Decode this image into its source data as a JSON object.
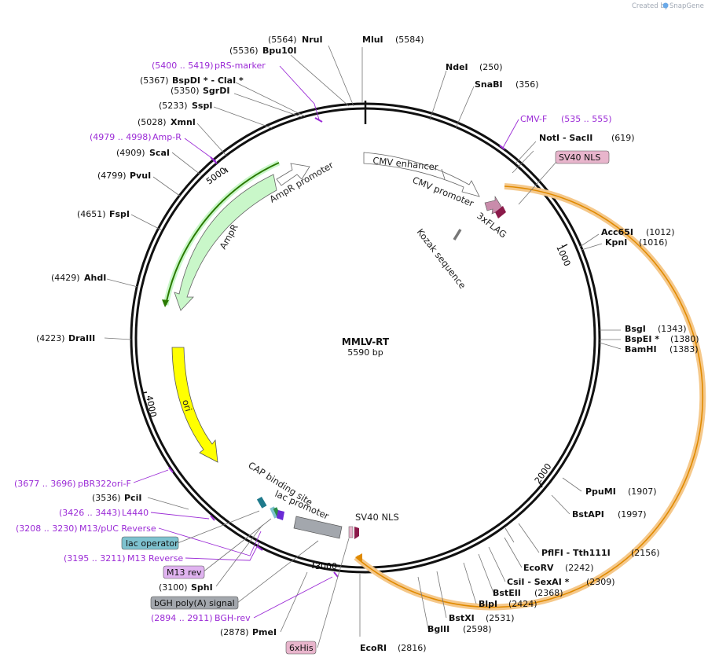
{
  "credit": {
    "prefix": "Created by",
    "brand": "SnapGene"
  },
  "plasmid": {
    "name": "MMLV-RT",
    "length_label": "5590 bp",
    "length": 5590
  },
  "ticks": [
    "1000",
    "2000",
    "3000",
    "4000",
    "5000"
  ],
  "enzymes": [
    {
      "name": "MluI",
      "pos": "(5584)"
    },
    {
      "name": "NruI",
      "pos": "(5564)"
    },
    {
      "name": "Bpu10I",
      "pos": "(5536)"
    },
    {
      "name": "BspDI * - ClaI *",
      "pos": "(5367)"
    },
    {
      "name": "SgrDI",
      "pos": "(5350)"
    },
    {
      "name": "SspI",
      "pos": "(5233)"
    },
    {
      "name": "XmnI",
      "pos": "(5028)"
    },
    {
      "name": "ScaI",
      "pos": "(4909)"
    },
    {
      "name": "PvuI",
      "pos": "(4799)"
    },
    {
      "name": "FspI",
      "pos": "(4651)"
    },
    {
      "name": "AhdI",
      "pos": "(4429)"
    },
    {
      "name": "DraIII",
      "pos": "(4223)"
    },
    {
      "name": "PciI",
      "pos": "(3536)"
    },
    {
      "name": "SphI",
      "pos": "(3100)"
    },
    {
      "name": "PmeI",
      "pos": "(2878)"
    },
    {
      "name": "EcoRI",
      "pos": "(2816)"
    },
    {
      "name": "NdeI",
      "pos": "(250)"
    },
    {
      "name": "SnaBI",
      "pos": "(356)"
    },
    {
      "name": "NotI - SacII",
      "pos": "(619)"
    },
    {
      "name": "Acc65I",
      "pos": "(1012)"
    },
    {
      "name": "KpnI",
      "pos": "(1016)"
    },
    {
      "name": "BsgI",
      "pos": "(1343)"
    },
    {
      "name": "BspEI *",
      "pos": "(1380)"
    },
    {
      "name": "BamHI",
      "pos": "(1383)"
    },
    {
      "name": "PpuMI",
      "pos": "(1907)"
    },
    {
      "name": "BstAPI",
      "pos": "(1997)"
    },
    {
      "name": "PflFI - Tth111I",
      "pos": "(2156)"
    },
    {
      "name": "EcoRV",
      "pos": "(2242)"
    },
    {
      "name": "CsiI - SexAI *",
      "pos": "(2309)"
    },
    {
      "name": "BstEII",
      "pos": "(2368)"
    },
    {
      "name": "BlpI",
      "pos": "(2424)"
    },
    {
      "name": "BstXI",
      "pos": "(2531)"
    },
    {
      "name": "BglII",
      "pos": "(2598)"
    }
  ],
  "primers": [
    {
      "range": "(5400 .. 5419)",
      "name": "pRS-marker"
    },
    {
      "range": "(4979 .. 4998)",
      "name": "Amp-R"
    },
    {
      "range": "(3677 .. 3696)",
      "name": "pBR322ori-F"
    },
    {
      "range": "(3426 .. 3443)",
      "name": "L4440"
    },
    {
      "range": "(3208 .. 3230)",
      "name": "M13/pUC Reverse"
    },
    {
      "range": "(3195 .. 3211)",
      "name": "M13 Reverse"
    },
    {
      "range": "(2894 .. 2911)",
      "name": "BGH-rev"
    },
    {
      "range": "(535 .. 555)",
      "name": "CMV-F"
    }
  ],
  "boxed_labels": [
    "lac operator",
    "M13 rev",
    "bGH poly(A) signal",
    "6xHis",
    "SV40 NLS"
  ],
  "features": [
    "CMV enhancer",
    "CMV promoter",
    "3xFLAG",
    "Kozak sequence",
    "AmpR promoter",
    "AmpR",
    "ori",
    "CAP binding site",
    "lac promoter",
    "SV40 NLS"
  ],
  "colors": {
    "primer": "#9b2bd6",
    "ampr": "#c9f7c9",
    "ampr_outline": "#2a7a00",
    "ori": "#ffff00",
    "orf_halo": "#f5c88a",
    "orf_line": "#e08a00",
    "flag": "#8b1a4a",
    "lac_operator": "#7ec2cf",
    "grey_feature": "#a3a7ad",
    "sv40_box": "#e8b5cc",
    "m13_box": "#e0b3f0",
    "his_box": "#e8b5cc"
  }
}
